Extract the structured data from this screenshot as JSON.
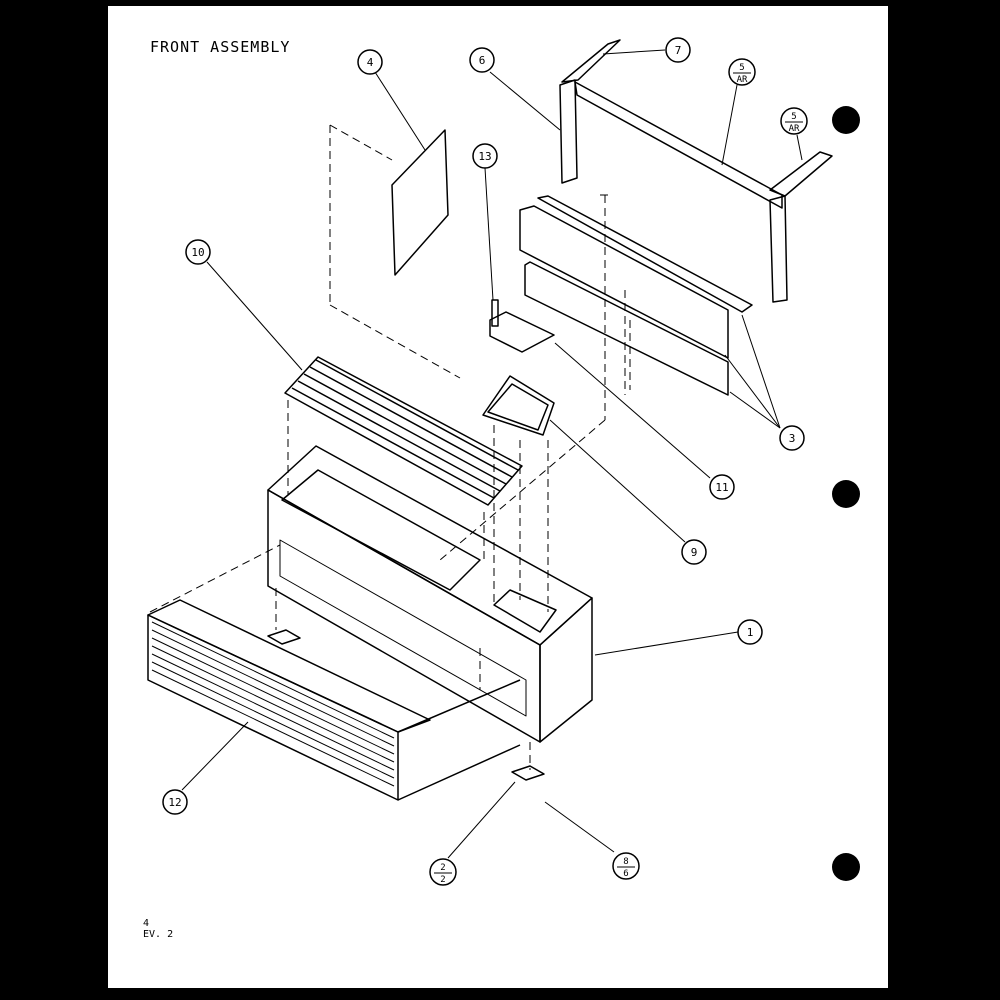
{
  "title": "FRONT ASSEMBLY",
  "footer": {
    "line1": "4",
    "line2": "EV. 2"
  },
  "callouts": {
    "c1": "1",
    "c3": "3",
    "c4": "4",
    "c6": "6",
    "c7": "7",
    "c9": "9",
    "c10": "10",
    "c11": "11",
    "c12": "12",
    "c13": "13"
  },
  "fractions": {
    "f5a": {
      "top": "5",
      "bottom": "AR"
    },
    "f5b": {
      "top": "5",
      "bottom": "AR"
    },
    "f2": {
      "top": "2",
      "bottom": "2"
    },
    "f8": {
      "top": "8",
      "bottom": "6"
    }
  }
}
